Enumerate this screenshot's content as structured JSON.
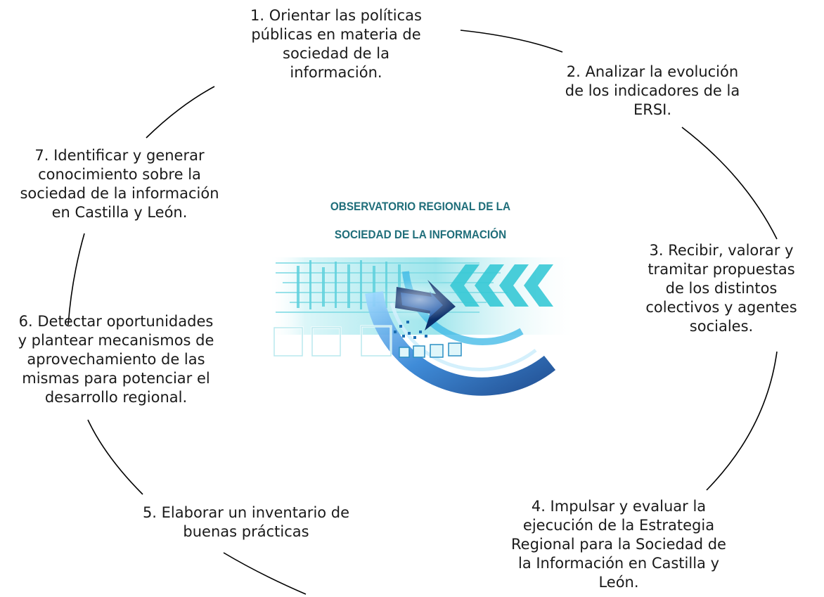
{
  "center": {
    "title_line1": "OBSERVATORIO REGIONAL DE LA",
    "title_line2": "SOCIEDAD DE LA INFORMACIÓN",
    "colors": {
      "title": "#1f6e7a",
      "cyan": "#2ec4d6",
      "blue": "#1a5fb4",
      "navy": "#0b2f6b"
    }
  },
  "steps": [
    {
      "id": 1,
      "text": "1. Orientar las políticas\npúblicas en materia de\nsociedad de la\ninformación."
    },
    {
      "id": 2,
      "text": "2. Analizar la evolución\nde los indicadores de la\nERSI."
    },
    {
      "id": 3,
      "text": "3. Recibir, valorar y\ntramitar propuestas\nde los distintos\ncolectivos y agentes\nsociales."
    },
    {
      "id": 4,
      "text": "4. Impulsar y evaluar la\nejecución de la Estrategia\nRegional para la Sociedad de\nla Información en Castilla y\nLeón."
    },
    {
      "id": 5,
      "text": "5. Elaborar un inventario de\nbuenas prácticas"
    },
    {
      "id": 6,
      "text": "6. Detectar oportunidades\ny plantear mecanismos de\naprovechamiento de las\nmismas para potenciar el\ndesarrollo regional."
    },
    {
      "id": 7,
      "text": "7. Identificar y generar\nconocimiento sobre la\nsociedad de la información\nen Castilla y León."
    }
  ]
}
